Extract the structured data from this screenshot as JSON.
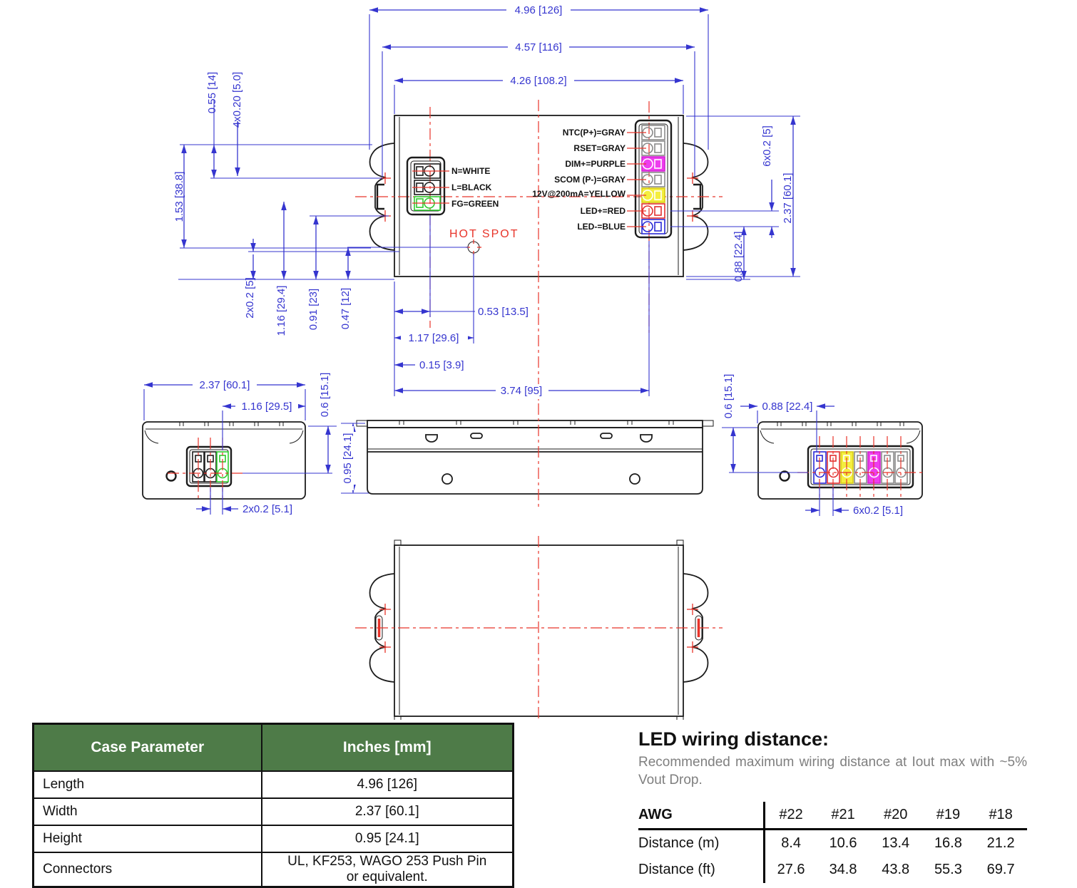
{
  "drawing": {
    "hot_spot_label": "HOT SPOT",
    "input_terminals": [
      {
        "label": "N=WHITE",
        "color": "#1c1c1c"
      },
      {
        "label": "L=BLACK",
        "color": "#1c1c1c"
      },
      {
        "label": "FG=GREEN",
        "color": "#2ecc2e"
      }
    ],
    "output_terminals": [
      {
        "label": "NTC(P+)=GRAY",
        "color": "#8a8a8a"
      },
      {
        "label": "RSET=GRAY",
        "color": "#8a8a8a"
      },
      {
        "label": "DIM+=PURPLE",
        "color": "#ee3cee"
      },
      {
        "label": "SCOM (P-)=GRAY",
        "color": "#8a8a8a"
      },
      {
        "label": "12V@200mA=YELLOW",
        "color": "#e8df2a"
      },
      {
        "label": "LED+=RED",
        "color": "#e23030"
      },
      {
        "label": "LED-=BLUE",
        "color": "#2a2ad6"
      }
    ],
    "dimensions": {
      "overall_length": "4.96 [126]",
      "mounting_length": "4.57 [116]",
      "flange_length": "4.26 [108.2]",
      "end_to_hole": "0.55 [14]",
      "mounting_holes": "4x0.20 [5.0]",
      "mount_width": "1.53 [38.8]",
      "slot_pitch_2x": "2x0.2 [5]",
      "conn_offset_a": "1.16 [29.4]",
      "conn_offset_b": "0.91 [23]",
      "conn_offset_c": "0.47 [12]",
      "hotspot_to_conn": "0.53 [13.5]",
      "hotspot_x": "1.17 [29.6]",
      "edge_offset": "0.15 [3.9]",
      "output_conn_x": "3.74 [95]",
      "term_pitch_6x": "6x0.2 [5]",
      "body_width": "2.37 [60.1]",
      "led_term_offset": "0.88 [22.4]",
      "side_width": "2.37 [60.1]",
      "side_conn_offset": "1.16 [29.5]",
      "flange_height": "0.6 [15.1]",
      "body_height": "0.95 [24.1]",
      "side_pitch_2x": "2x0.2 [5.1]",
      "flange_height_r": "0.6 [15.1]",
      "side_led_offset": "0.88 [22.4]",
      "side_pitch_6x": "6x0.2 [5.1]"
    },
    "colors": {
      "dimension_blue": "#3535cf",
      "centerline_red": "#e8342a",
      "outline_black": "#1c1c1c"
    }
  },
  "case_table": {
    "header_param": "Case Parameter",
    "header_value": "Inches [mm]",
    "header_bg": "#4e7b48",
    "rows": [
      {
        "name": "Length",
        "value": "4.96 [126]"
      },
      {
        "name": "Width",
        "value": "2.37 [60.1]"
      },
      {
        "name": "Height",
        "value": "0.95 [24.1]"
      },
      {
        "name": "Connectors",
        "value": "UL, KF253, WAGO 253 Push Pin or equivalent."
      }
    ]
  },
  "wiring": {
    "title": "LED wiring distance:",
    "subtitle": "Recommended maximum wiring distance at Iout max with ~5% Vout Drop.",
    "corner_header": "AWG",
    "columns": [
      "#22",
      "#21",
      "#20",
      "#19",
      "#18"
    ],
    "rows": [
      {
        "label": "Distance (m)",
        "values": [
          "8.4",
          "10.6",
          "13.4",
          "16.8",
          "21.2"
        ]
      },
      {
        "label": "Distance (ft)",
        "values": [
          "27.6",
          "34.8",
          "43.8",
          "55.3",
          "69.7"
        ]
      }
    ]
  }
}
